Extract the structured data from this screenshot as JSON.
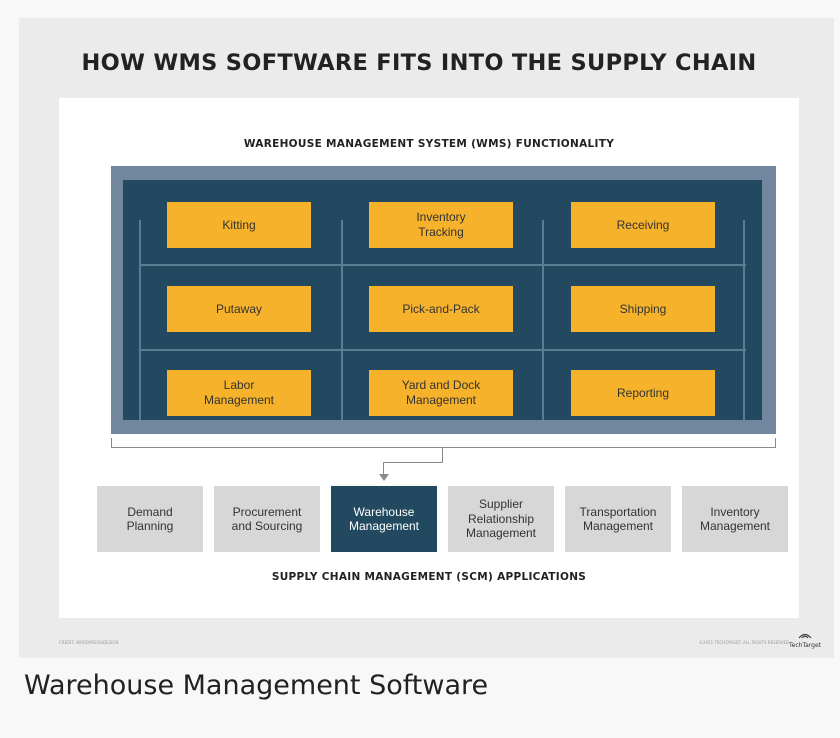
{
  "diagram": {
    "title": "HOW WMS SOFTWARE FITS INTO THE SUPPLY CHAIN",
    "wms_section_title": "WAREHOUSE MANAGEMENT SYSTEM (WMS) FUNCTIONALITY",
    "wms_functions": [
      "Kitting",
      "Inventory\nTracking",
      "Receiving",
      "Putaway",
      "Pick-and-Pack",
      "Shipping",
      "Labor\nManagement",
      "Yard and Dock\nManagement",
      "Reporting"
    ],
    "scm_applications": [
      "Demand\nPlanning",
      "Procurement\nand Sourcing",
      "Warehouse\nManagement",
      "Supplier\nRelationship\nManagement",
      "Transportation\nManagement",
      "Inventory\nManagement"
    ],
    "scm_section_title": "SUPPLY CHAIN MANAGEMENT (SCM) APPLICATIONS",
    "highlighted_application": "Warehouse\nManagement",
    "footer_left": "CREDIT: WORDPRESS/DESIGN",
    "footer_right": "©2021 TECHTARGET. ALL RIGHTS RESERVED",
    "brand": "TechTarget"
  },
  "caption": "Warehouse Management Software",
  "colors": {
    "wms_outer": "#71879d",
    "wms_inner": "#22495f",
    "function_box": "#f6b22a",
    "scm_box": "#d7d7d7",
    "scm_highlight": "#22495f"
  },
  "icons": {
    "brand_logo": "techtarget-logo-icon"
  }
}
